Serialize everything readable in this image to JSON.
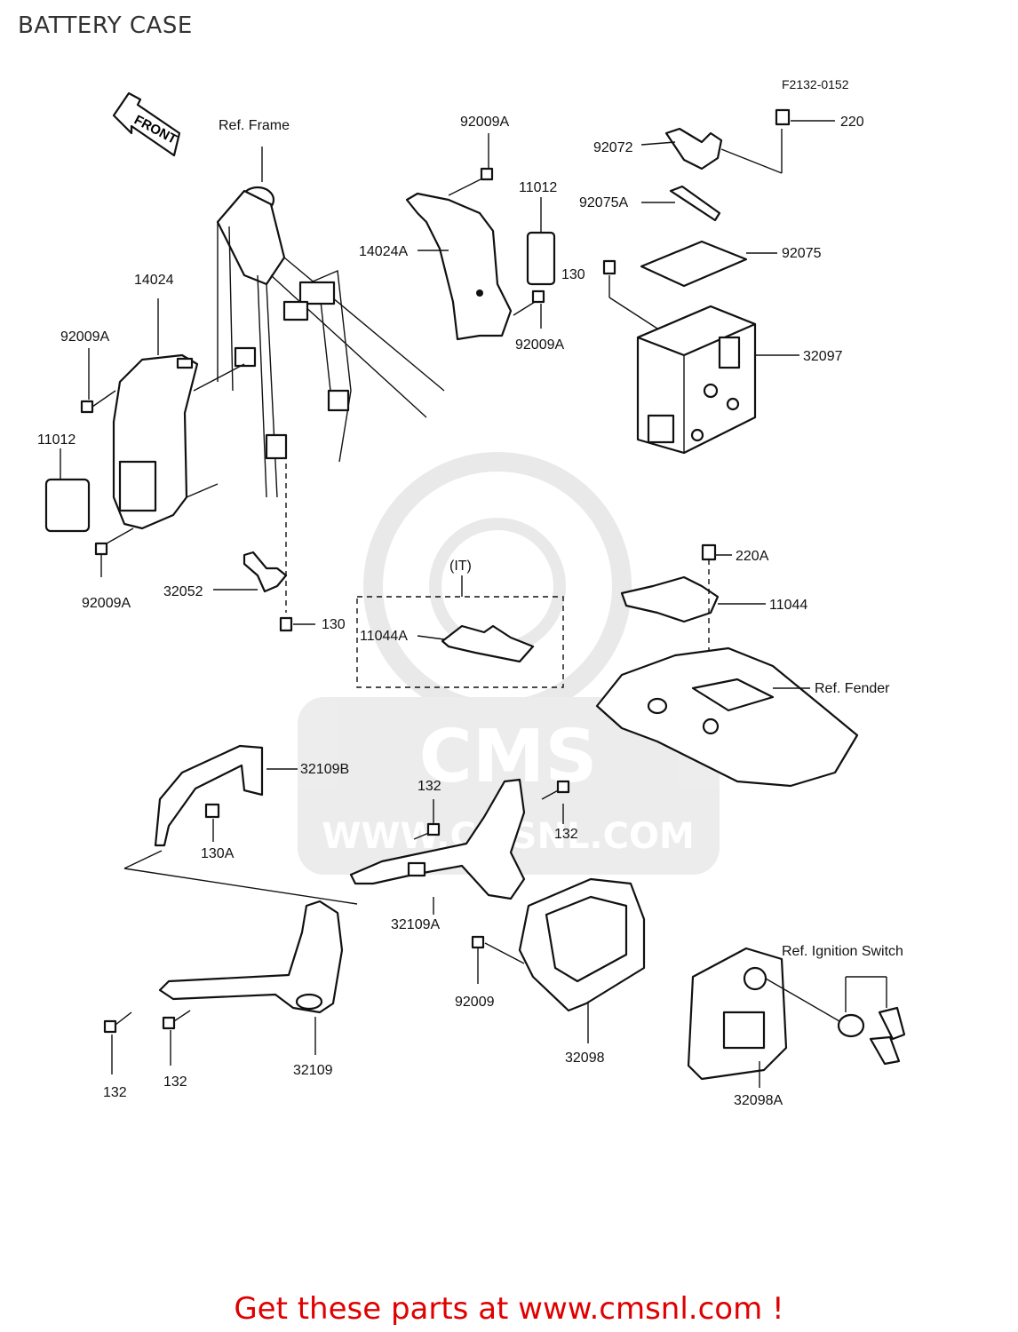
{
  "header": {
    "title": "BATTERY CASE"
  },
  "drawing": {
    "code": "F2132-0152",
    "front": "FRONT",
    "group_label": "(IT)",
    "watermark": "WWW.CMSNL.COM",
    "watermark_logo": "CMS"
  },
  "labels": {
    "ref_frame": "Ref. Frame",
    "ref_fender": "Ref. Fender",
    "ref_ignition_switch": "Ref. Ignition Switch",
    "p92009a_top": "92009A",
    "p11012_top": "11012",
    "p14024a": "14024A",
    "p92009a_mid": "92009A",
    "p92072": "92072",
    "p220": "220",
    "p92075a": "92075A",
    "p92075": "92075",
    "p130_top": "130",
    "p32097": "32097",
    "p14024": "14024",
    "p92009a_left": "92009A",
    "p11012_left": "11012",
    "p92009a_bottom": "92009A",
    "p32052": "32052",
    "p130_mid": "130",
    "p11044a": "11044A",
    "p220a": "220A",
    "p11044": "11044",
    "p32109b": "32109B",
    "p130a": "130A",
    "p132_a": "132",
    "p132_b": "132",
    "p32109a": "32109A",
    "p92009": "92009",
    "p32098": "32098",
    "p32098a": "32098A",
    "p32109": "32109",
    "p132_c": "132",
    "p132_d": "132"
  },
  "footer": {
    "text": "Get these parts at www.cmsnl.com !"
  }
}
